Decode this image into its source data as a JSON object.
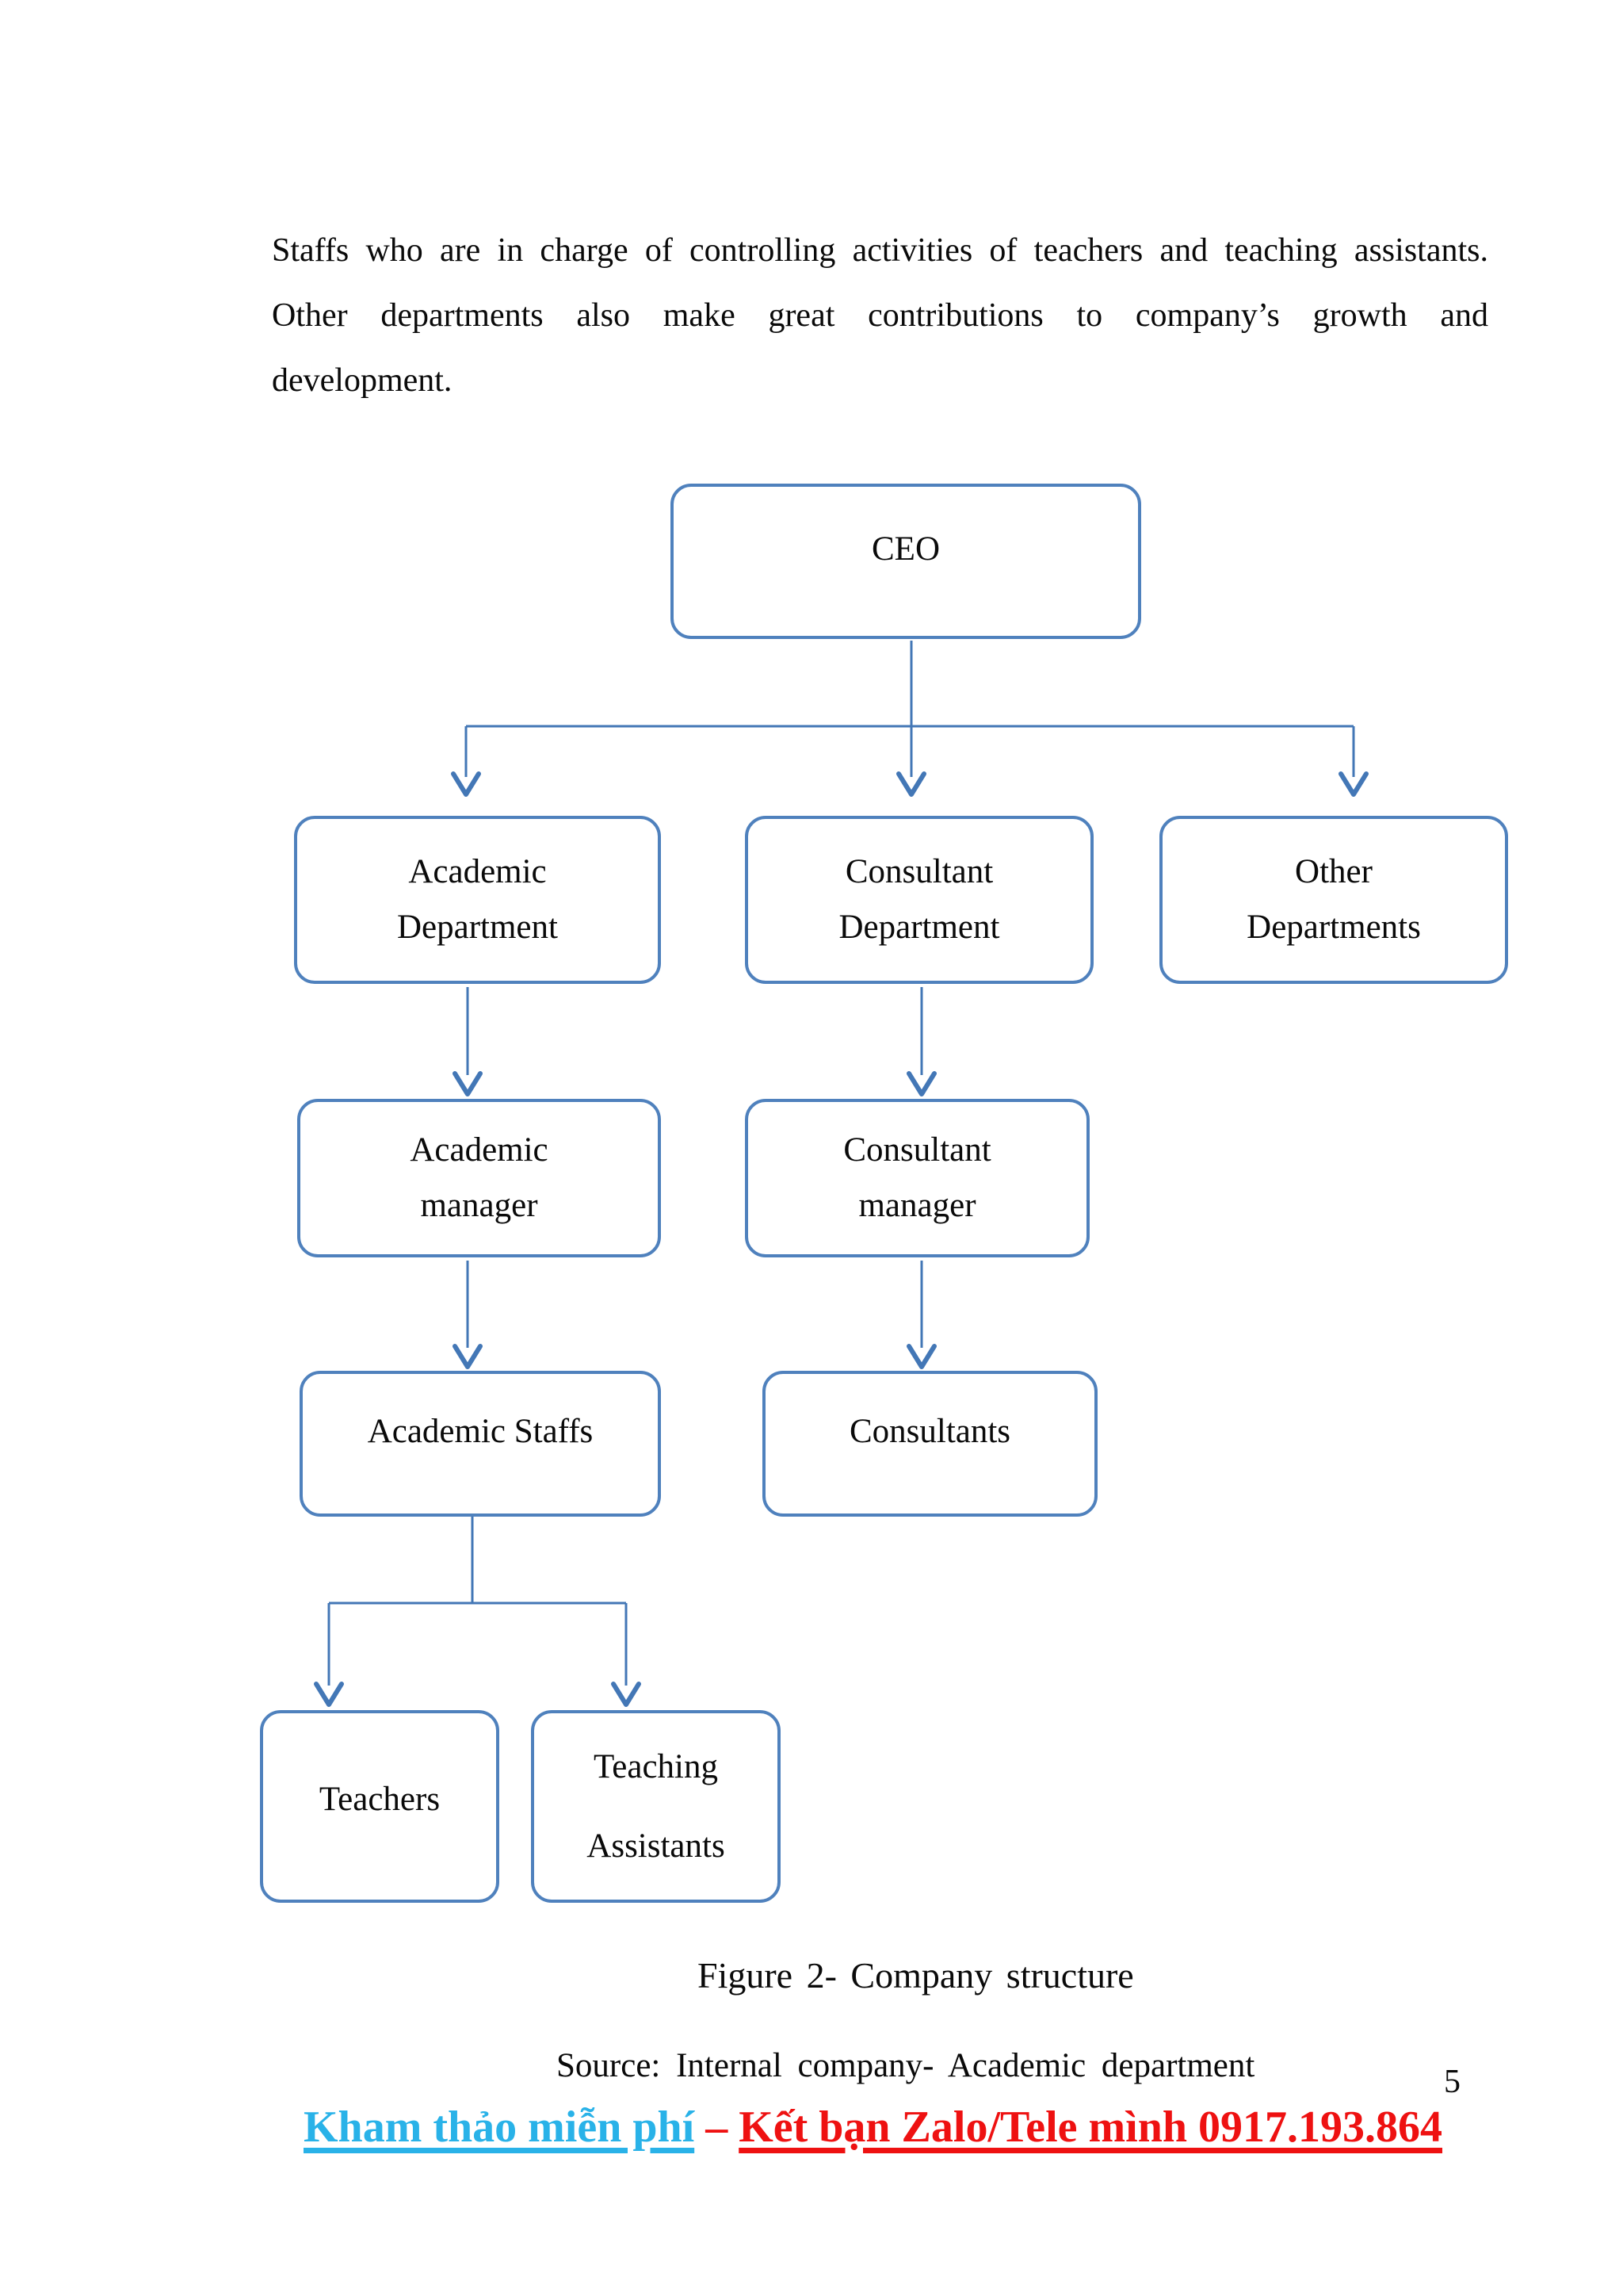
{
  "document": {
    "paragraph": {
      "lines": [
        "Staffs who are in charge of controlling activities of teachers and teaching assistants.",
        "Other departments also make great contributions to company’s growth and",
        "development."
      ]
    },
    "figure": {
      "caption": "Figure 2- Company structure",
      "source": "Source: Internal company- Academic department"
    },
    "page_number": "5",
    "footer": {
      "free_reference_link": "Kham thảo miễn phí",
      "separator": "–",
      "zalo_contact": "Kết bạn Zalo/Tele mình 0917.193.864"
    }
  },
  "org_chart": {
    "nodes": {
      "ceo": {
        "lines": [
          "CEO"
        ]
      },
      "academic_department": {
        "lines": [
          "Academic",
          "Department"
        ]
      },
      "consultant_department": {
        "lines": [
          "Consultant",
          "Department"
        ]
      },
      "other_departments": {
        "lines": [
          "Other",
          "Departments"
        ]
      },
      "academic_manager": {
        "lines": [
          "Academic",
          "manager"
        ]
      },
      "consultant_manager": {
        "lines": [
          "Consultant",
          "manager"
        ]
      },
      "academic_staffs": {
        "lines": [
          "Academic Staffs"
        ]
      },
      "consultants": {
        "lines": [
          "Consultants"
        ]
      },
      "teachers": {
        "lines": [
          "Teachers"
        ]
      },
      "teaching_assistants": {
        "lines": [
          "Teaching",
          "Assistants"
        ]
      }
    }
  },
  "colors": {
    "box_border": "#4f81bd",
    "connector": "#4377b6",
    "footer_link": "#29b2e8",
    "footer_contact": "#ee1111",
    "body_text": "#0a0a0a"
  }
}
